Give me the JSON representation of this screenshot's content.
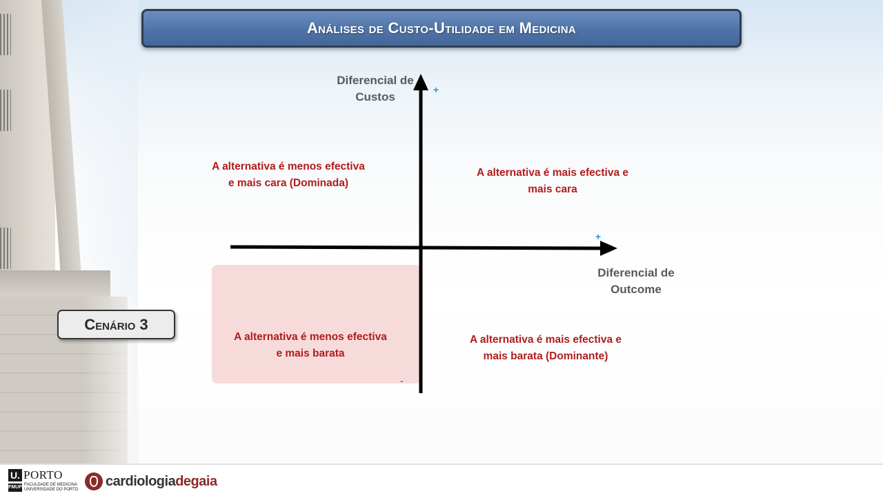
{
  "slide": {
    "title": "Análises de Custo-Utilidade em Medicina",
    "scenario_label": "Cenário 3"
  },
  "axes": {
    "y_label_line1": "Diferencial de",
    "y_label_line2": "Custos",
    "x_label_line1": "Diferencial de",
    "x_label_line2": "Outcome",
    "y_positive_sign": "+",
    "x_positive_sign": "+",
    "negative_sign": "-"
  },
  "quadrants": {
    "top_left": {
      "line1": "A alternativa é menos efectiva",
      "line2": "e mais cara (Dominada)"
    },
    "top_right": {
      "line1": "A alternativa é mais efectiva e",
      "line2": "mais cara"
    },
    "bottom_left": {
      "line1": "A alternativa é menos efectiva",
      "line2": "e mais barata",
      "highlighted": true
    },
    "bottom_right": {
      "line1": "A alternativa é mais efectiva e",
      "line2": "mais barata (Dominante)"
    }
  },
  "colors": {
    "title_bar": "#4f73a6",
    "quadrant_text": "#b01c1c",
    "highlight": "#f7d9d9",
    "sign": "#2b8fd0"
  },
  "footer": {
    "up_mark": "U.",
    "up_name": "PORTO",
    "fmup": "FMUP",
    "faculty_line1": "FACULDADE DE MEDICINA",
    "faculty_line2": "UNIVERSIDADE DO PORTO",
    "cg_part1": "cardiologia",
    "cg_part2": "degaia"
  }
}
